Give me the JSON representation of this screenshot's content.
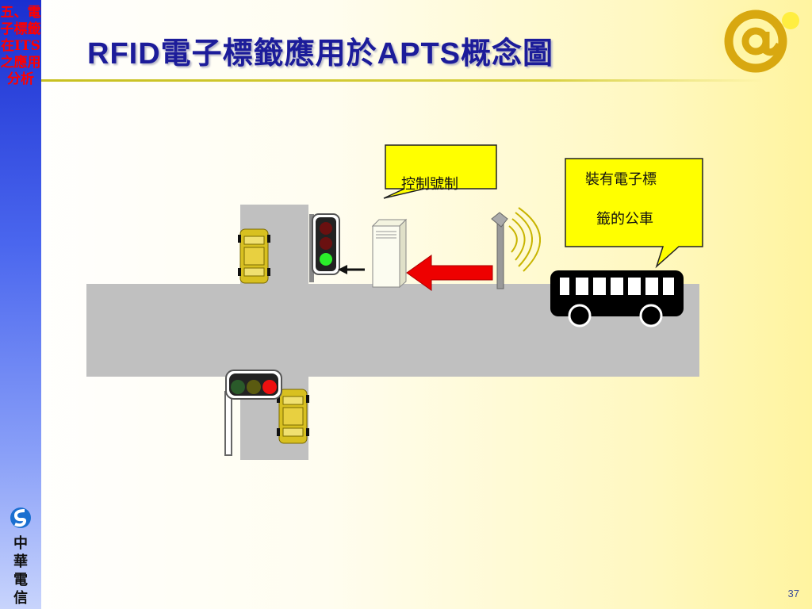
{
  "sidebar": {
    "text": "五、電子標籤在ITS之應用分析"
  },
  "logo": {
    "name": "中華電信"
  },
  "title": "RFID電子標籤應用於APTS概念圖",
  "callouts": {
    "control": "控制號制",
    "bus_line1": "裝有電子標",
    "bus_line2": "籤的公車"
  },
  "page_number": "37",
  "colors": {
    "title": "#1c1c9a",
    "sidebar_text": "#ff0000",
    "callout_fill": "#ffff00",
    "road": "#c0c0c0",
    "arrow": "#ee0000"
  }
}
